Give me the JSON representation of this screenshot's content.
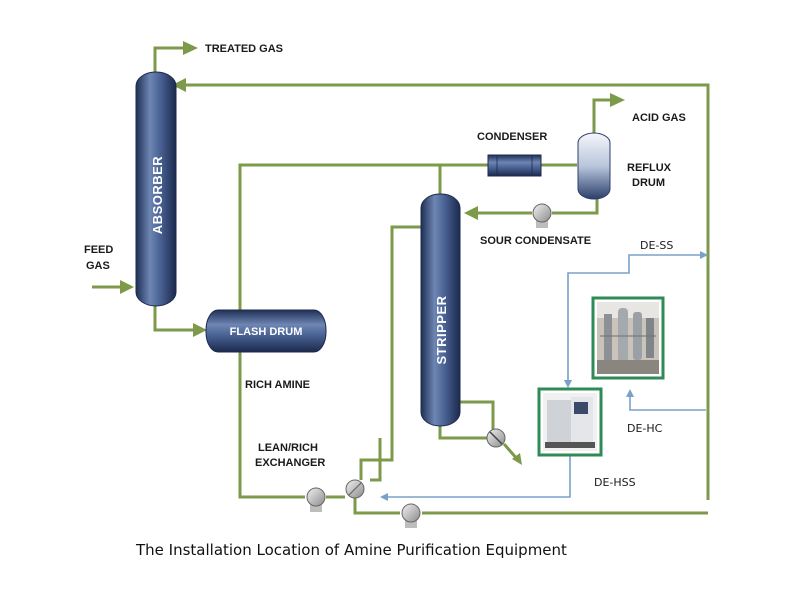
{
  "labels": {
    "treated_gas": "TREATED GAS",
    "acid_gas": "ACID GAS",
    "condenser": "CONDENSER",
    "reflux": "REFLUX",
    "drum": "DRUM",
    "feed": "FEED",
    "gas": "GAS",
    "sour_condensate": "SOUR CONDENSATE",
    "rich_amine": "RICH AMINE",
    "lean_rich": "LEAN/RICH",
    "exchanger": "EXCHANGER"
  },
  "vessels": {
    "absorber": "ABSORBER",
    "stripper": "STRIPPER",
    "flash_drum": "FLASH DRUM"
  },
  "equipment": {
    "de_ss": "DE-SS",
    "de_hc": "DE-HC",
    "de_hss": "DE-HSS"
  },
  "caption": "The Installation Location of Amine Purification Equipment",
  "colors": {
    "pipe": "#7d9a4b",
    "blue_line": "#7aa0c8",
    "vessel": "#3b5480",
    "equipment_frame": "#2e8b57"
  }
}
